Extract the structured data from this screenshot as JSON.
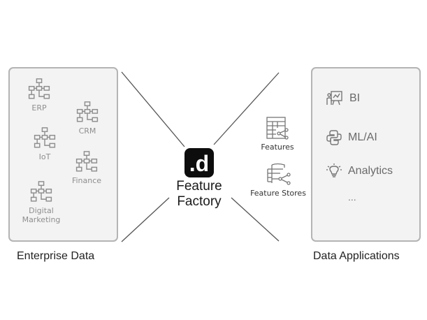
{
  "enterprise_data": {
    "caption": "Enterprise Data",
    "sources": [
      {
        "label": "ERP",
        "icon": "org-chart-icon"
      },
      {
        "label": "CRM",
        "icon": "org-chart-icon"
      },
      {
        "label": "IoT",
        "icon": "org-chart-icon"
      },
      {
        "label": "Finance",
        "icon": "org-chart-icon"
      },
      {
        "label": "Digital Marketing",
        "icon": "org-chart-icon"
      }
    ]
  },
  "feature_factory": {
    "logo_text": ".d",
    "title_line1": "Feature",
    "title_line2": "Factory",
    "outputs": [
      {
        "label": "Features",
        "icon": "feature-table-icon"
      },
      {
        "label": "Feature Stores",
        "icon": "feature-store-icon"
      }
    ]
  },
  "data_applications": {
    "caption": "Data Applications",
    "items": [
      {
        "label": "BI",
        "icon": "presentation-chart-icon"
      },
      {
        "label": "ML/AI",
        "icon": "python-icon"
      },
      {
        "label": "Analytics",
        "icon": "lightbulb-icon"
      }
    ],
    "more": "..."
  },
  "colors": {
    "box_fill": "#f3f3f3",
    "box_border": "#b4b4b4",
    "logo_bg": "#0d0d0d",
    "icon_gray": "#8e8e8e",
    "line": "#555555"
  }
}
